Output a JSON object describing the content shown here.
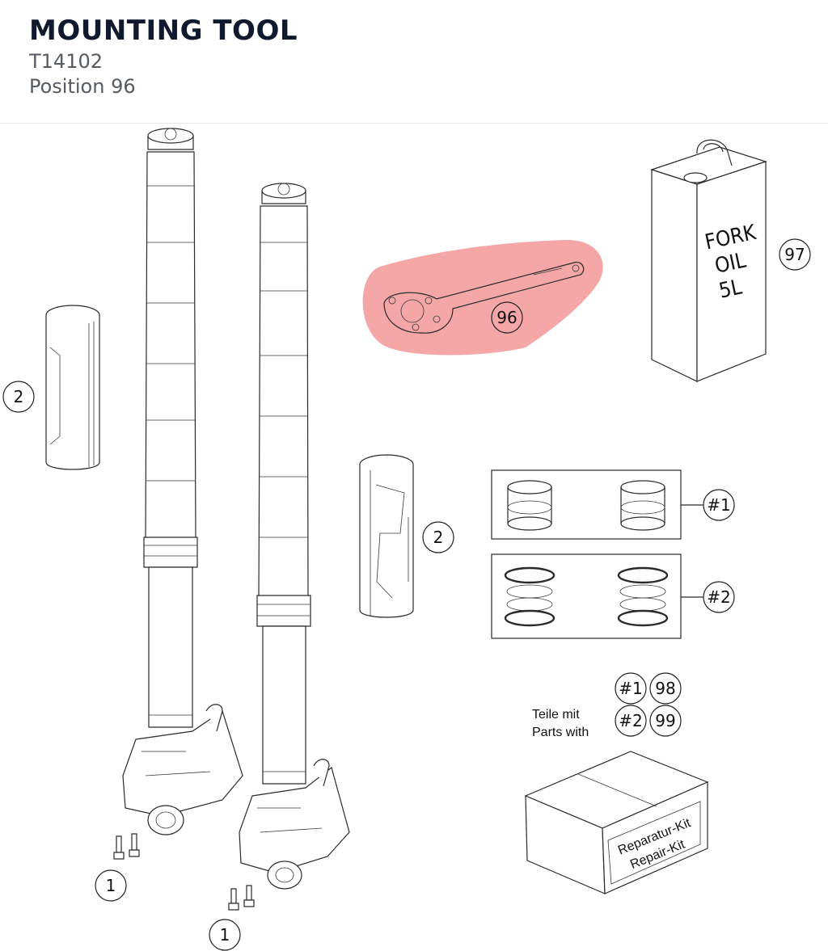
{
  "header": {
    "title": "MOUNTING TOOL",
    "part_number": "T14102",
    "position": "Position 96"
  },
  "diagram": {
    "callouts": {
      "c96": "96",
      "c97": "97",
      "c2a": "2",
      "c2b": "2",
      "c1a": "1",
      "c1b": "1",
      "k1": "#1",
      "k2": "#2",
      "k1b": "#1",
      "k2b": "#2",
      "c98": "98",
      "c99": "99"
    },
    "oil_can": {
      "line1": "FORK",
      "line2": "OIL",
      "line3": "5L"
    },
    "parts_note": {
      "line1": "Teile mit",
      "line2": "Parts with"
    },
    "repair_kit": {
      "line1": "Reparatur-Kit",
      "line2": "Repair-Kit"
    },
    "highlight_color": "#f08a88"
  }
}
